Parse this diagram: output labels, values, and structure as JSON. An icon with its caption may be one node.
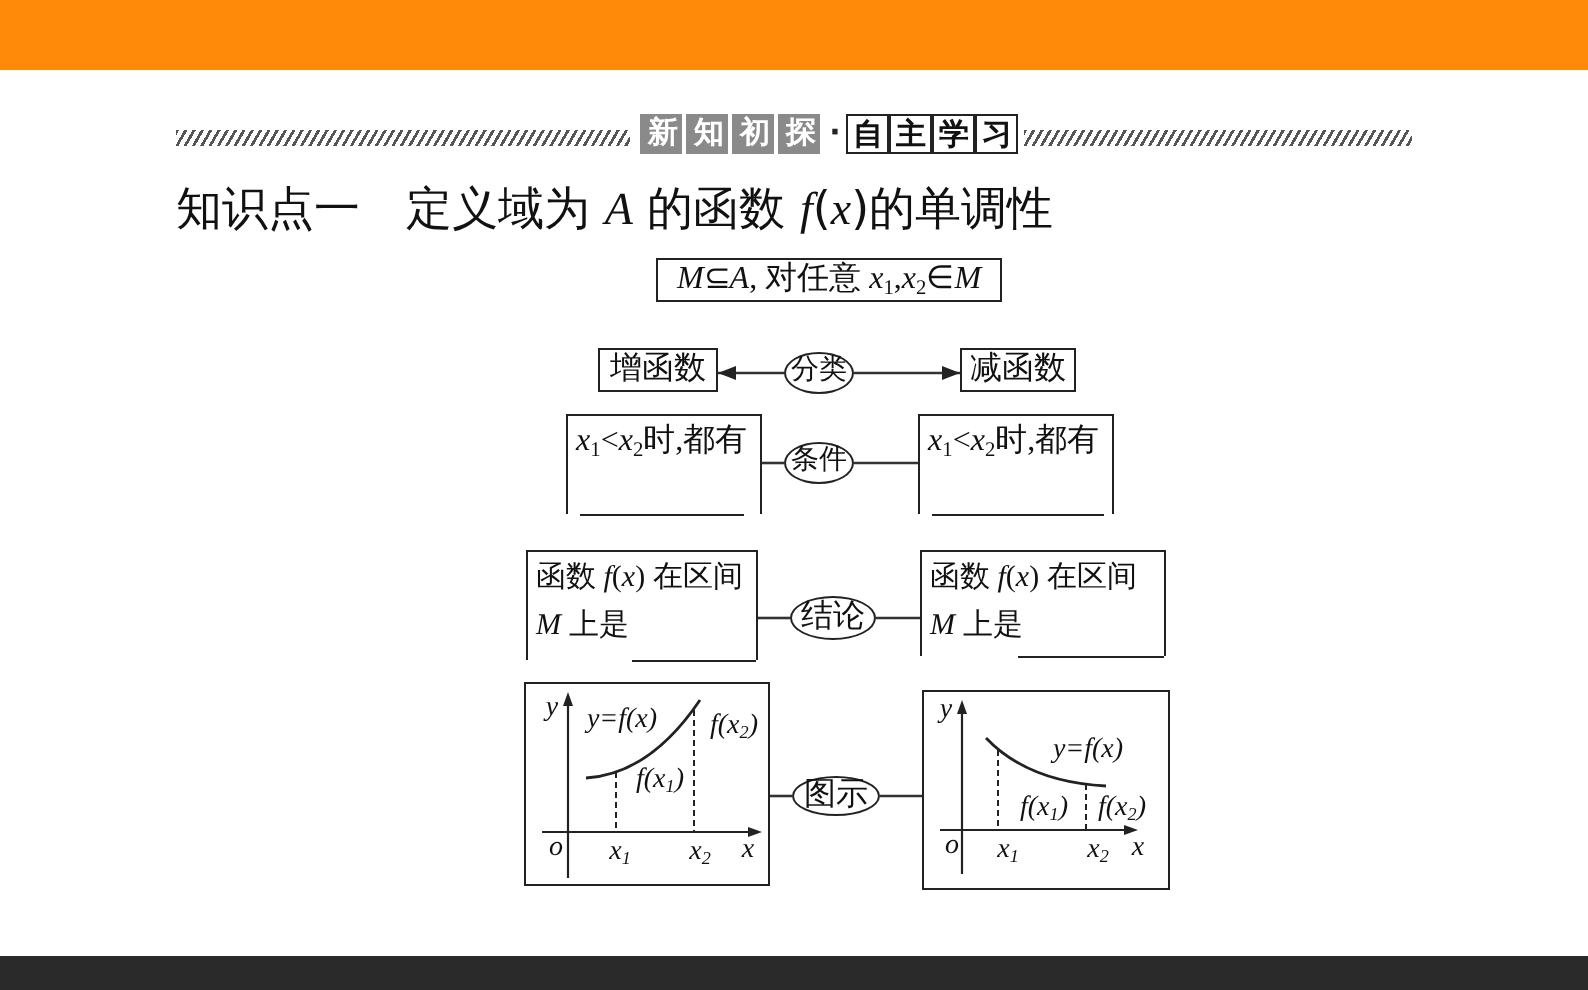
{
  "diagram": {
    "title": "知识点一　定义域为 *A* 的函数 *f*(*x*)的单调性",
    "nodes": [
      {
        "text": [
          "*M*⊆*A*, 对任意 *x*$_{1}$,*x*$_{2}$∈*M*"
        ]
      },
      {
        "text": [
          "增函数"
        ]
      },
      {
        "text": [
          "分类"
        ]
      },
      {
        "text": [
          "减函数"
        ]
      },
      {
        "text": [
          "*x*$_{1}$<*x*$_{2}$时,都有"
        ]
      },
      {
        "text": [
          "条件"
        ]
      },
      {
        "text": [
          "*x*$_{1}$<*x*$_{2}$时,都有"
        ]
      },
      {
        "text": [
          "函数 *f*(*x*) 在区间 *M* 上是"
        ]
      },
      {
        "text": [
          "结论"
        ]
      },
      {
        "text": [
          "函数 *f*(*x*) 在区间 *M* 上是"
        ]
      },
      {
        "text": [
          "y",
          "y=f(x)",
          "f(x$_{2}$)",
          "f(x$_{1}$)",
          "o",
          "x$_{1}$",
          "x$_{2}$",
          "x"
        ]
      },
      {
        "text": [
          "图示"
        ]
      },
      {
        "text": [
          "y",
          "y=f(x)",
          "f(x$_{1}$)",
          "f(x$_{2}$)",
          "o",
          "x$_{1}$",
          "x$_{2}$",
          "x"
        ]
      }
    ],
    "edges": [
      {
        "from": 2,
        "to": 1,
        "arrow": "to"
      },
      {
        "from": 2,
        "to": 3,
        "arrow": "to"
      },
      {
        "from": 5,
        "to": 4,
        "arrow": "none"
      },
      {
        "from": 5,
        "to": 6,
        "arrow": "none"
      },
      {
        "from": 8,
        "to": 7,
        "arrow": "none"
      },
      {
        "from": 8,
        "to": 9,
        "arrow": "none"
      },
      {
        "from": 11,
        "to": 10,
        "arrow": "none"
      },
      {
        "from": 11,
        "to": 12,
        "arrow": "none"
      }
    ],
    "labels": [
      "新知初探",
      "·",
      "自主学习"
    ]
  }
}
